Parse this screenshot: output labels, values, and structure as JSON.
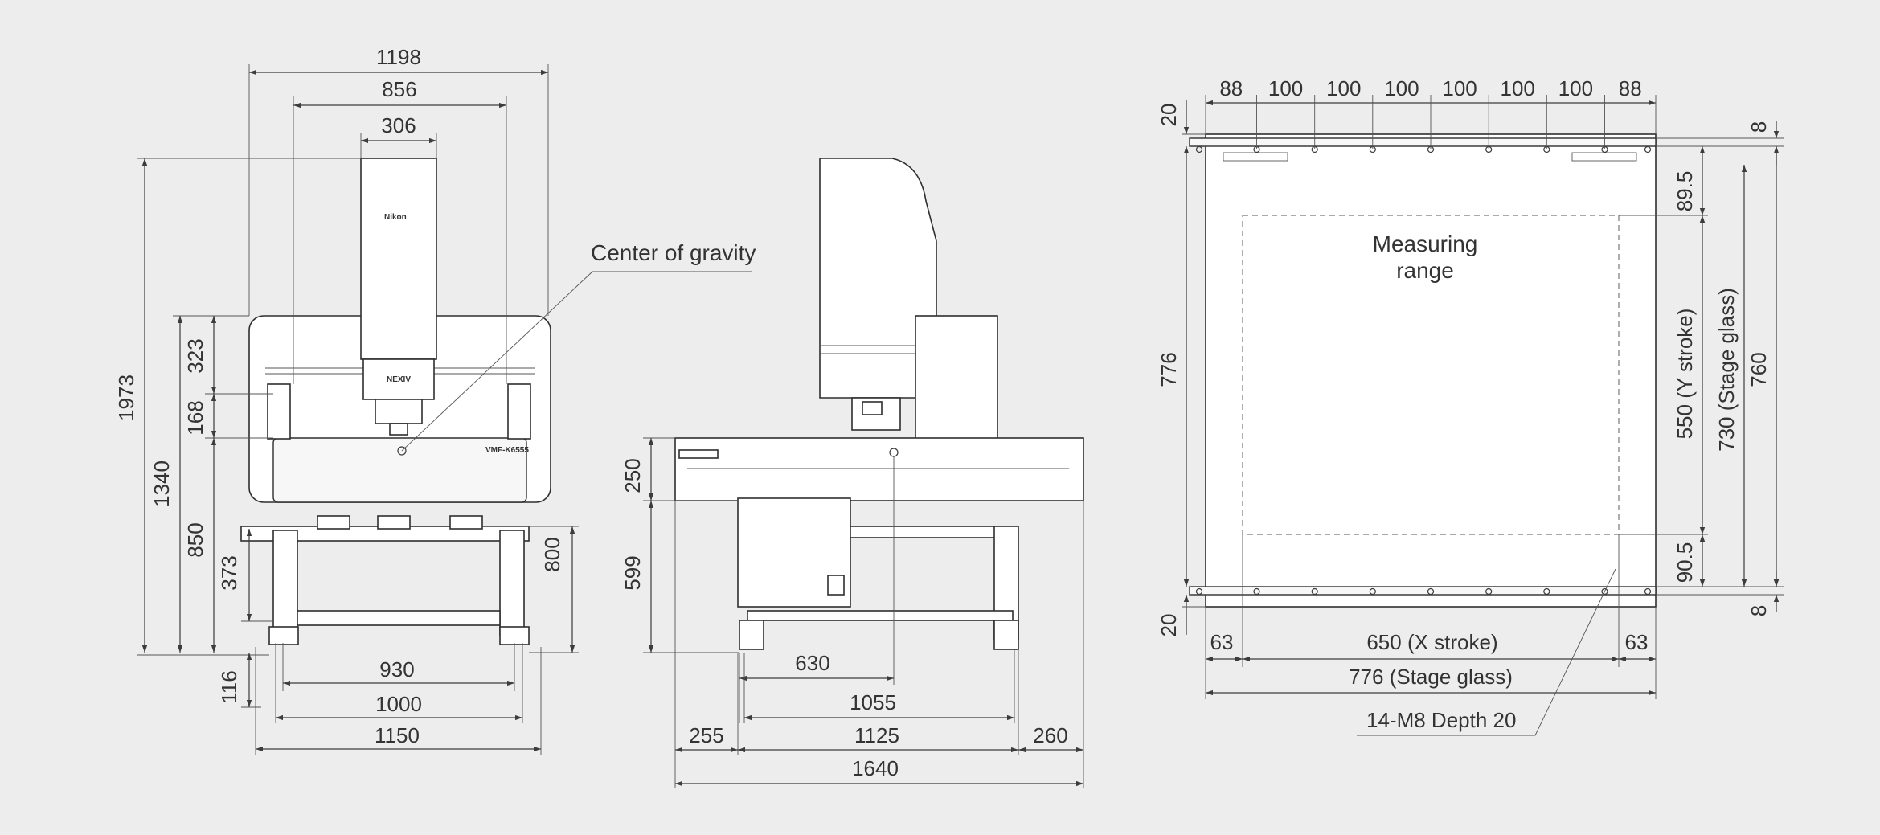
{
  "front_view": {
    "top_widths": [
      "1198",
      "856",
      "306"
    ],
    "left_heights": [
      "1973",
      "1340",
      "850",
      "323",
      "168",
      "373",
      "116"
    ],
    "right_height": "800",
    "bottom_widths": [
      "930",
      "1000",
      "1150"
    ],
    "center_of_gravity_label": "Center of gravity",
    "brand_text": "Nikon",
    "head_text": "NEXIV",
    "model_text": "VMF-K6555"
  },
  "side_view": {
    "left_heights": [
      "250",
      "599"
    ],
    "widths": [
      "630",
      "1055",
      "1125",
      "1640"
    ],
    "side_offsets": [
      "255",
      "260"
    ]
  },
  "top_view": {
    "top_pitches": [
      "88",
      "100",
      "100",
      "100",
      "100",
      "100",
      "100",
      "88"
    ],
    "left_offsets": [
      "20",
      "20"
    ],
    "left_height": "776",
    "right_offsets": [
      "8",
      "8"
    ],
    "right_inner": [
      "89.5",
      "90.5"
    ],
    "y_stroke": "550 (Y stroke)",
    "stage_y": "730 (Stage glass)",
    "overall_y": "760",
    "measuring_range": [
      "Measuring",
      "range"
    ],
    "bottom_offsets": [
      "63",
      "63"
    ],
    "x_stroke": "650 (X stroke)",
    "stage_x": "776 (Stage glass)",
    "hole_label": "14-M8 Depth 20"
  }
}
